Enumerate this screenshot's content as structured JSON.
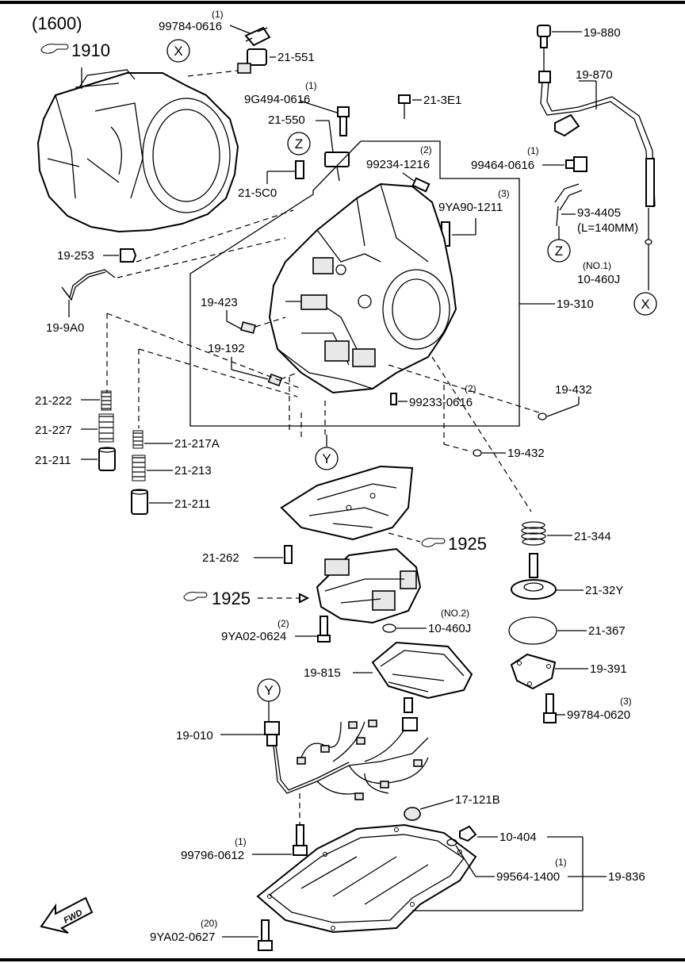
{
  "diagram": {
    "group_code": "(1600)",
    "fwd_label": "FWD",
    "refs": {
      "r1910": "1910",
      "r1925a": "1925",
      "r1925b": "1925"
    },
    "callouts": {
      "X": "X",
      "Z": "Z",
      "Y": "Y"
    },
    "labels": {
      "p99784_0616": "99784-0616",
      "q99784_0616": "(1)",
      "p21_551": "21-551",
      "p9g494_0616": "9G494-0616",
      "q9g494_0616": "(1)",
      "p21_3e1": "21-3E1",
      "p21_550": "21-550",
      "p99234_1216": "99234-1216",
      "q99234_1216": "(2)",
      "p9ya90_1211": "9YA90-1211",
      "q9ya90_1211": "(3)",
      "p21_5c0": "21-5C0",
      "p19_253": "19-253",
      "p19_9a0": "19-9A0",
      "p19_423": "19-423",
      "p19_192": "19-192",
      "p19_310": "19-310",
      "p99233_0616": "99233-0616",
      "q99233_0616": "(2)",
      "p19_432a": "19-432",
      "p19_432b": "19-432",
      "p19_880": "19-880",
      "p19_870": "19-870",
      "p99464_0616": "99464-0616",
      "q99464_0616": "(1)",
      "p93_4405": "93-4405",
      "p93_4405_len": "(L=140MM)",
      "p10_460j_1": "10-460J",
      "q10_460j_1": "(NO.1)",
      "p21_222": "21-222",
      "p21_227": "21-227",
      "p21_211a": "21-211",
      "p21_217a": "21-217A",
      "p21_213": "21-213",
      "p21_211b": "21-211",
      "p21_262": "21-262",
      "p9ya02_0624": "9YA02-0624",
      "q9ya02_0624": "(2)",
      "p10_460j_2": "10-460J",
      "q10_460j_2": "(NO.2)",
      "p19_815": "19-815",
      "p21_344": "21-344",
      "p21_32y": "21-32Y",
      "p21_367": "21-367",
      "p19_391": "19-391",
      "p99784_0620": "99784-0620",
      "q99784_0620": "(3)",
      "p19_010": "19-010",
      "p17_121b": "17-121B",
      "p99796_0612": "99796-0612",
      "q99796_0612": "(1)",
      "p10_404": "10-404",
      "p99564_1400": "99564-1400",
      "q99564_1400": "(1)",
      "p19_836": "19-836",
      "p9ya02_0627": "9YA02-0627",
      "q9ya02_0627": "(20)"
    }
  }
}
